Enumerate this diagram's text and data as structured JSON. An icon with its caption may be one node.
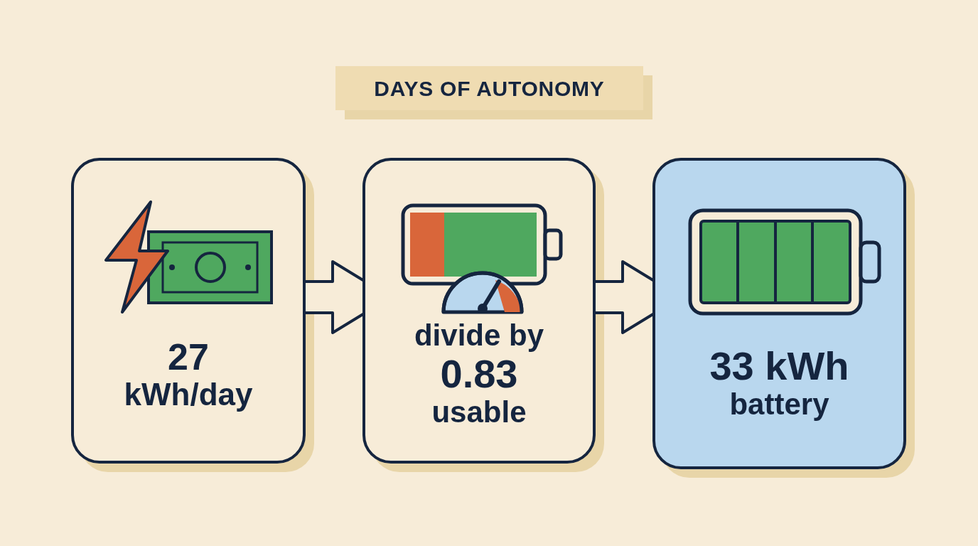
{
  "diagram": {
    "title": "DAYS OF AUTONOMY",
    "nodes": [
      {
        "text": [
          "27",
          "kWh/day"
        ]
      },
      {
        "text": [
          "divide by",
          "0.83",
          "usable"
        ]
      },
      {
        "text": [
          "33 kWh",
          "battery"
        ]
      }
    ],
    "edges": [
      {
        "from": 0,
        "to": 1,
        "arrow": "to"
      },
      {
        "from": 1,
        "to": 2,
        "arrow": "to"
      }
    ]
  }
}
